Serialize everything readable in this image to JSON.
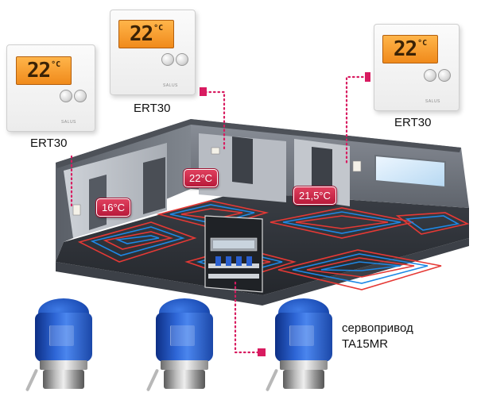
{
  "thermostats": [
    {
      "id": "left",
      "temp": "22",
      "unit": "°C",
      "brand": "SALUS",
      "model": "ERT30"
    },
    {
      "id": "center",
      "temp": "22",
      "unit": "°C",
      "brand": "SALUS",
      "model": "ERT30"
    },
    {
      "id": "right",
      "temp": "22",
      "unit": "°C",
      "brand": "SALUS",
      "model": "ERT30"
    }
  ],
  "room_temps": {
    "left": "16°C",
    "center": "22°C",
    "right": "21,5°C"
  },
  "actuator": {
    "label_line1": "сервопривод",
    "label_line2": "TA15MR"
  },
  "colors": {
    "lcd": "#f59a2a",
    "badge": "#c8203f",
    "dotted_line": "#d81b60",
    "pipe_red": "#e53935",
    "pipe_blue": "#1e88e5",
    "floor": "#2b2f36",
    "wall": "#7a8088",
    "actuator_blue": "#2a5fcf"
  }
}
